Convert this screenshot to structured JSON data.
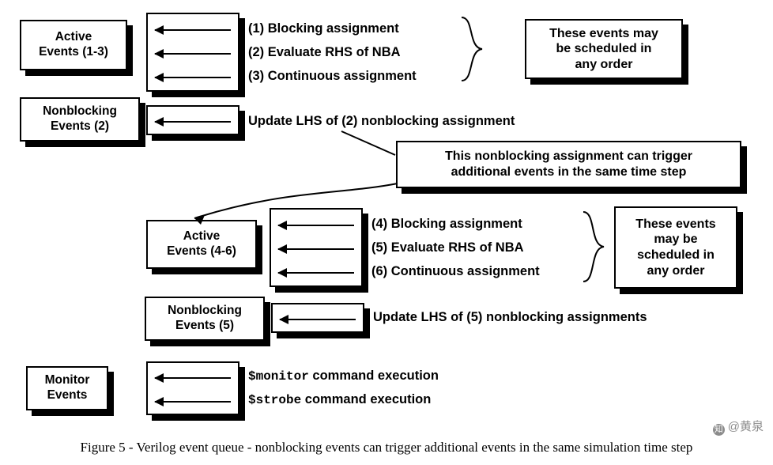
{
  "figure": {
    "caption": "Figure 5 - Verilog event queue - nonblocking events can trigger additional events in the same simulation time step"
  },
  "watermark": {
    "mark": "知",
    "text": "@黄泉"
  },
  "groups": [
    {
      "id": "active-1-3",
      "label_line1": "Active",
      "label_line2": "Events (1-3)",
      "items": [
        "(1) Blocking assignment",
        "(2) Evaluate RHS of NBA",
        "(3) Continuous assignment"
      ],
      "note": [
        "These events may",
        "be scheduled in",
        "any order"
      ]
    },
    {
      "id": "nonblocking-2",
      "label_line1": "Nonblocking",
      "label_line2": "Events (2)",
      "items": [
        "Update LHS of (2) nonblocking assignment"
      ]
    },
    {
      "id": "active-4-6",
      "label_line1": "Active",
      "label_line2": "Events (4-6)",
      "items": [
        "(4) Blocking assignment",
        "(5) Evaluate RHS of NBA",
        "(6) Continuous assignment"
      ],
      "note": [
        "These events",
        "may be",
        "scheduled in",
        "any order"
      ]
    },
    {
      "id": "nonblocking-5",
      "label_line1": "Nonblocking",
      "label_line2": "Events (5)",
      "items": [
        "Update LHS of (5) nonblocking assignments"
      ]
    },
    {
      "id": "monitor",
      "label_line1": "Monitor",
      "label_line2": "Events",
      "items_mono": [
        {
          "mono": "$monitor",
          "rest": " command execution"
        },
        {
          "mono": "$strobe",
          "rest": " command execution"
        }
      ]
    }
  ],
  "callout": {
    "line1": "This nonblocking assignment can trigger",
    "line2": "additional events in the same time step"
  },
  "colors": {
    "background": "#ffffff",
    "stroke": "#000000",
    "shadow": "#000000",
    "watermark": "#8c8c8c"
  }
}
